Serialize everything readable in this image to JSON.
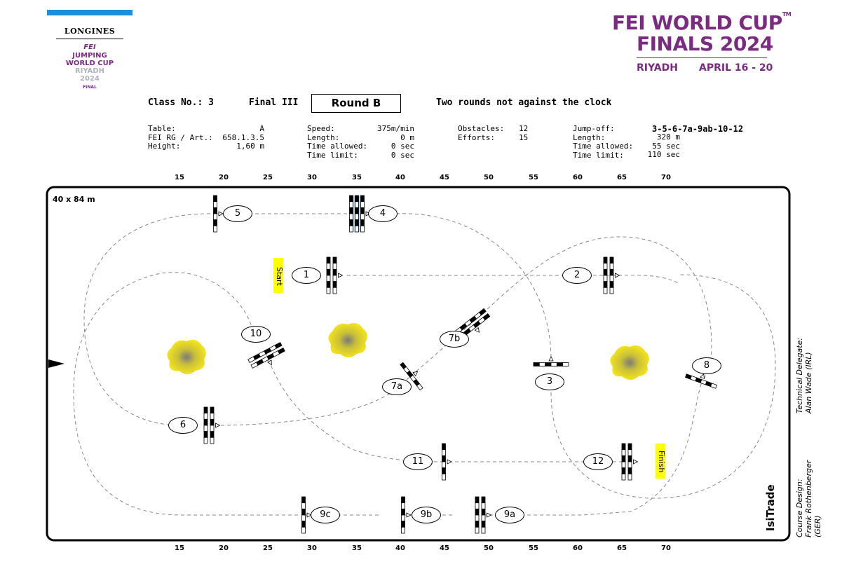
{
  "logo_left": {
    "brand": "LONGINES",
    "fei": "FEI",
    "line1": "JUMPING",
    "line2": "WORLD CUP",
    "line3": "RIYADH",
    "line4": "2024",
    "final": "FINAL"
  },
  "logo_right": {
    "line1": "FEI WORLD CUP",
    "tm": "TM",
    "line2": "FINALS 2024",
    "city": "RIYADH",
    "dates": "APRIL 16 - 20"
  },
  "header": {
    "class_no": "Class No.: 3",
    "final": "Final III",
    "round": "Round B",
    "description": "Two rounds not against the clock"
  },
  "info": {
    "table_label": "Table:",
    "table_value": "A",
    "rg_label": "FEI RG / Art.:",
    "rg_value": "658.1.3.5",
    "height_label": "Height:",
    "height_value": "1,60 m",
    "speed_label": "Speed:",
    "speed_value": "375m/min",
    "length_label": "Length:",
    "length_value": "0 m",
    "time_allowed_label": "Time allowed:",
    "time_allowed_value": "0 sec",
    "time_limit_label": "Time limit:",
    "time_limit_value": "0 sec",
    "obstacles_label": "Obstacles:",
    "obstacles_value": "12",
    "efforts_label": "Efforts:",
    "efforts_value": "15",
    "jo_label": "Jump-off:",
    "jo_value": "3-5-6-7a-9ab-10-12",
    "jo_length_label": "Length:",
    "jo_length_value": "320 m",
    "jo_ta_label": "Time allowed:",
    "jo_ta_value": "55 sec",
    "jo_tl_label": "Time limit:",
    "jo_tl_value": "110 sec"
  },
  "arena": {
    "size": "40 x 84 m",
    "scale_labels": [
      "15",
      "20",
      "25",
      "30",
      "35",
      "40",
      "45",
      "50",
      "55",
      "60",
      "65",
      "70"
    ],
    "start": "Start",
    "finish": "Finish"
  },
  "obstacle_labels": [
    "1",
    "2",
    "3",
    "4",
    "5",
    "6",
    "7a",
    "7b",
    "8",
    "9a",
    "9b",
    "9c",
    "10",
    "11",
    "12"
  ],
  "credits": {
    "td_title": "Technical Delegate:",
    "td_name": "Alan Wade (IRL)",
    "cd_title": "Course Design:",
    "cd_name": "Frank Rothenberger (GER)",
    "sponsor": "IsiTrade"
  },
  "colors": {
    "purple": "#7b2a82",
    "blue": "#1a8fd8",
    "highlight": "#ffff00",
    "tree": "#f2e21e"
  }
}
